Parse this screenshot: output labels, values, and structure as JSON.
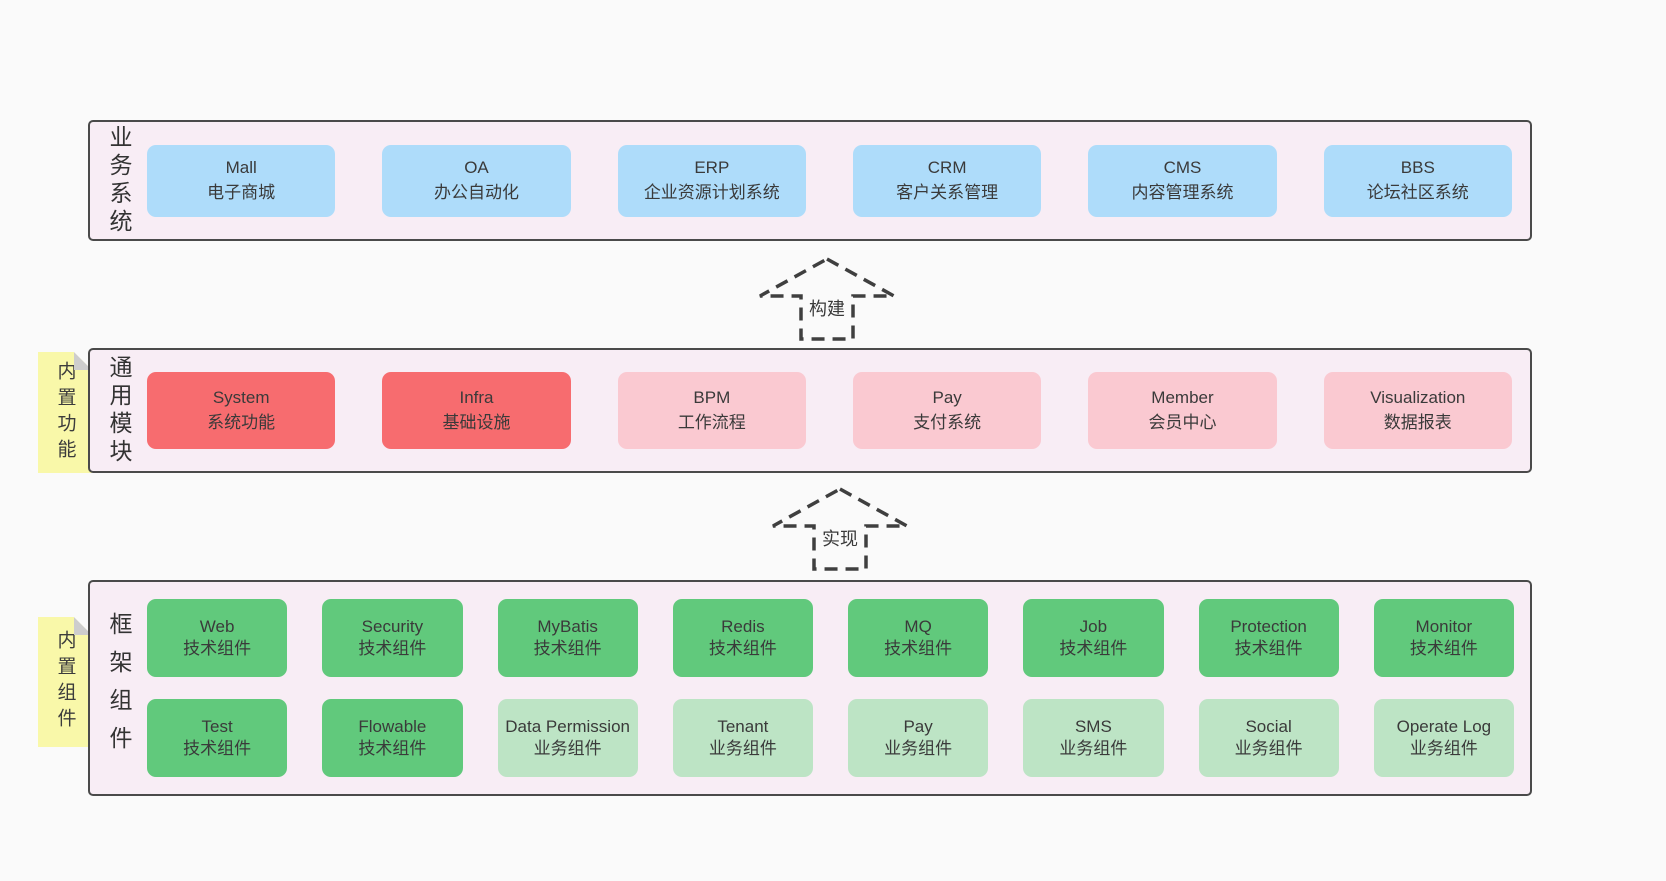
{
  "colors": {
    "page_bg": "#fafafa",
    "band_bg": "#f8edf5",
    "band_border": "#4a4a4a",
    "blue": "#aedcfa",
    "red": "#f76c6f",
    "pink": "#fac9d1",
    "green": "#61c97c",
    "lightgreen": "#bde4c5",
    "sticky_yellow": "#f9f8a9",
    "text": "#3a3a3a"
  },
  "bands": [
    {
      "label": "业务系统",
      "boxes": [
        {
          "name": "Mall",
          "desc": "电子商城",
          "variant": "blue"
        },
        {
          "name": "OA",
          "desc": "办公自动化",
          "variant": "blue"
        },
        {
          "name": "ERP",
          "desc": "企业资源计划系统",
          "variant": "blue"
        },
        {
          "name": "CRM",
          "desc": "客户关系管理",
          "variant": "blue"
        },
        {
          "name": "CMS",
          "desc": "内容管理系统",
          "variant": "blue"
        },
        {
          "name": "BBS",
          "desc": "论坛社区系统",
          "variant": "blue"
        }
      ]
    },
    {
      "label": "通用模块",
      "boxes": [
        {
          "name": "System",
          "desc": "系统功能",
          "variant": "red"
        },
        {
          "name": "Infra",
          "desc": "基础设施",
          "variant": "red"
        },
        {
          "name": "BPM",
          "desc": "工作流程",
          "variant": "pink"
        },
        {
          "name": "Pay",
          "desc": "支付系统",
          "variant": "pink"
        },
        {
          "name": "Member",
          "desc": "会员中心",
          "variant": "pink"
        },
        {
          "name": "Visualization",
          "desc": "数据报表",
          "variant": "pink"
        }
      ]
    },
    {
      "label": "框架组件",
      "rows": [
        [
          {
            "name": "Web",
            "desc": "技术组件",
            "variant": "green"
          },
          {
            "name": "Security",
            "desc": "技术组件",
            "variant": "green"
          },
          {
            "name": "MyBatis",
            "desc": "技术组件",
            "variant": "green"
          },
          {
            "name": "Redis",
            "desc": "技术组件",
            "variant": "green"
          },
          {
            "name": "MQ",
            "desc": "技术组件",
            "variant": "green"
          },
          {
            "name": "Job",
            "desc": "技术组件",
            "variant": "green"
          },
          {
            "name": "Protection",
            "desc": "技术组件",
            "variant": "green"
          },
          {
            "name": "Monitor",
            "desc": "技术组件",
            "variant": "green"
          }
        ],
        [
          {
            "name": "Test",
            "desc": "技术组件",
            "variant": "green"
          },
          {
            "name": "Flowable",
            "desc": "技术组件",
            "variant": "green"
          },
          {
            "name": "Data Permission",
            "desc": "业务组件",
            "variant": "lightgreen"
          },
          {
            "name": "Tenant",
            "desc": "业务组件",
            "variant": "lightgreen"
          },
          {
            "name": "Pay",
            "desc": "业务组件",
            "variant": "lightgreen"
          },
          {
            "name": "SMS",
            "desc": "业务组件",
            "variant": "lightgreen"
          },
          {
            "name": "Social",
            "desc": "业务组件",
            "variant": "lightgreen"
          },
          {
            "name": "Operate Log",
            "desc": "业务组件",
            "variant": "lightgreen"
          }
        ]
      ]
    }
  ],
  "arrows": [
    {
      "label": "构建"
    },
    {
      "label": "实现"
    }
  ],
  "stickies": [
    {
      "label": "内置功能"
    },
    {
      "label": "内置组件"
    }
  ]
}
